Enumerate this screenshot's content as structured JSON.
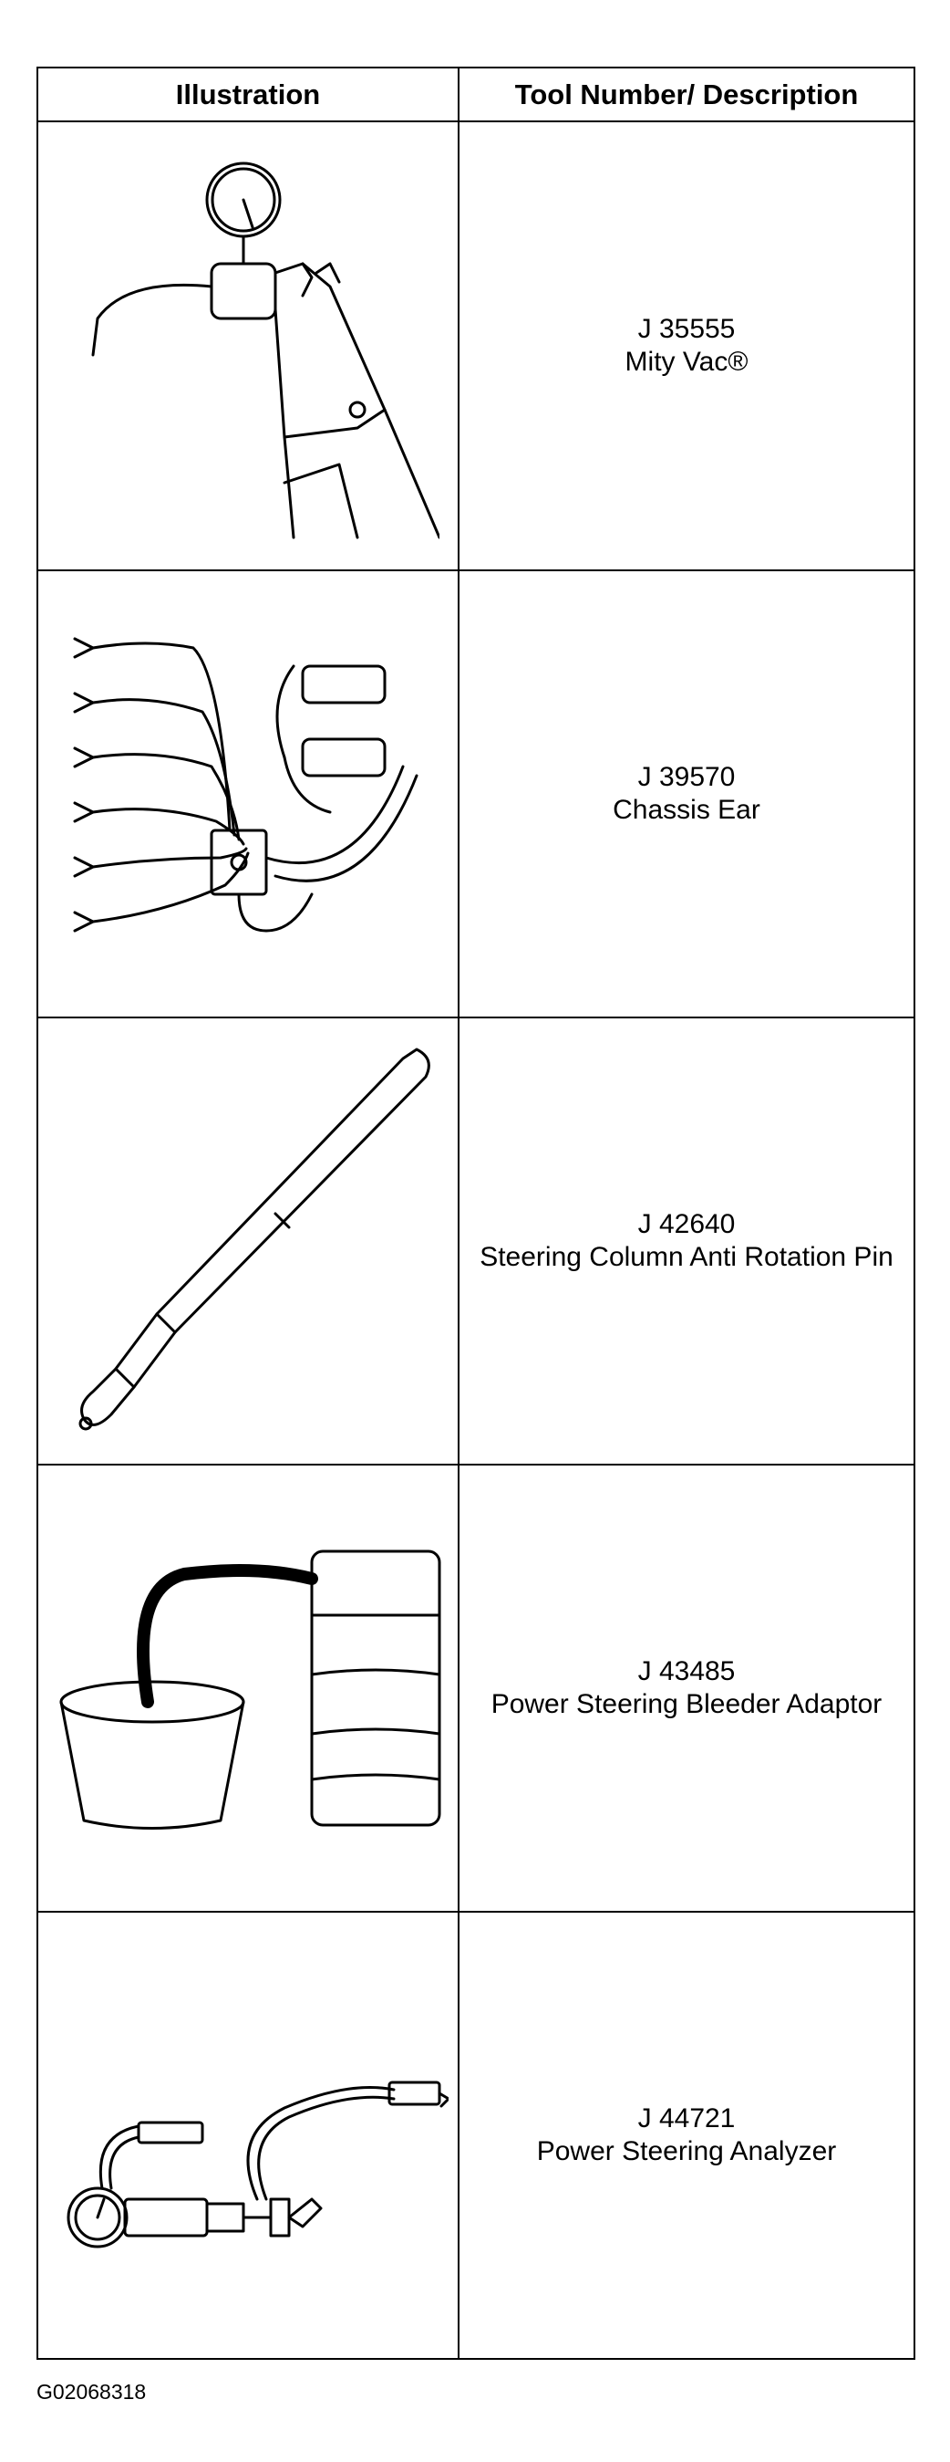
{
  "header": {
    "illustration": "Illustration",
    "tool_description": "Tool Number/ Description"
  },
  "tools": [
    {
      "number": "J 35555",
      "name": "Mity Vac®",
      "icon": "vacuum-pump-icon"
    },
    {
      "number": "J 39570",
      "name": "Chassis Ear",
      "icon": "chassis-ear-icon"
    },
    {
      "number": "J 42640",
      "name": "Steering Column Anti Rotation Pin",
      "icon": "anti-rotation-pin-icon"
    },
    {
      "number": "J 43485",
      "name": "Power Steering Bleeder Adaptor",
      "icon": "bleeder-adaptor-icon"
    },
    {
      "number": "J 44721",
      "name": "Power Steering Analyzer",
      "icon": "power-steering-analyzer-icon"
    }
  ],
  "figure_id": "G02068318"
}
